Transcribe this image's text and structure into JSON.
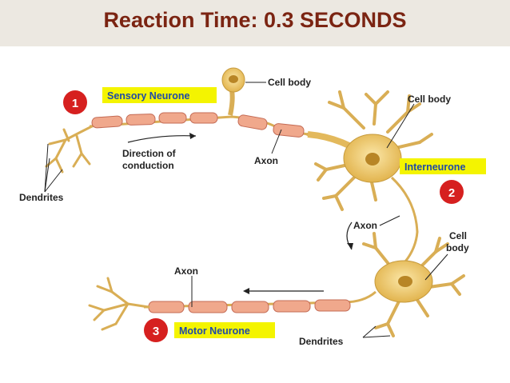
{
  "title": "Reaction Time: 0.3 SECONDS",
  "labels": {
    "sensory_neurone": "Sensory Neurone",
    "interneurone": "Interneurone",
    "motor_neurone": "Motor Neurone",
    "cell_body_1": "Cell body",
    "cell_body_2": "Cell body",
    "cell_body_3_line1": "Cell",
    "cell_body_3_line2": "body",
    "dendrites_1": "Dendrites",
    "dendrites_2": "Dendrites",
    "axon_1": "Axon",
    "axon_2": "Axon",
    "axon_3": "Axon",
    "direction_line1": "Direction of",
    "direction_line2": "conduction"
  },
  "steps": [
    "1",
    "2",
    "3"
  ],
  "colors": {
    "title": "#7b2412",
    "title_bar": "#ece8e1",
    "highlight": "#f4f400",
    "step_circle": "#d6201f",
    "neuron": "#e8c46a",
    "myelin": "#f0a88c",
    "label_blue": "#1f4aa8"
  }
}
